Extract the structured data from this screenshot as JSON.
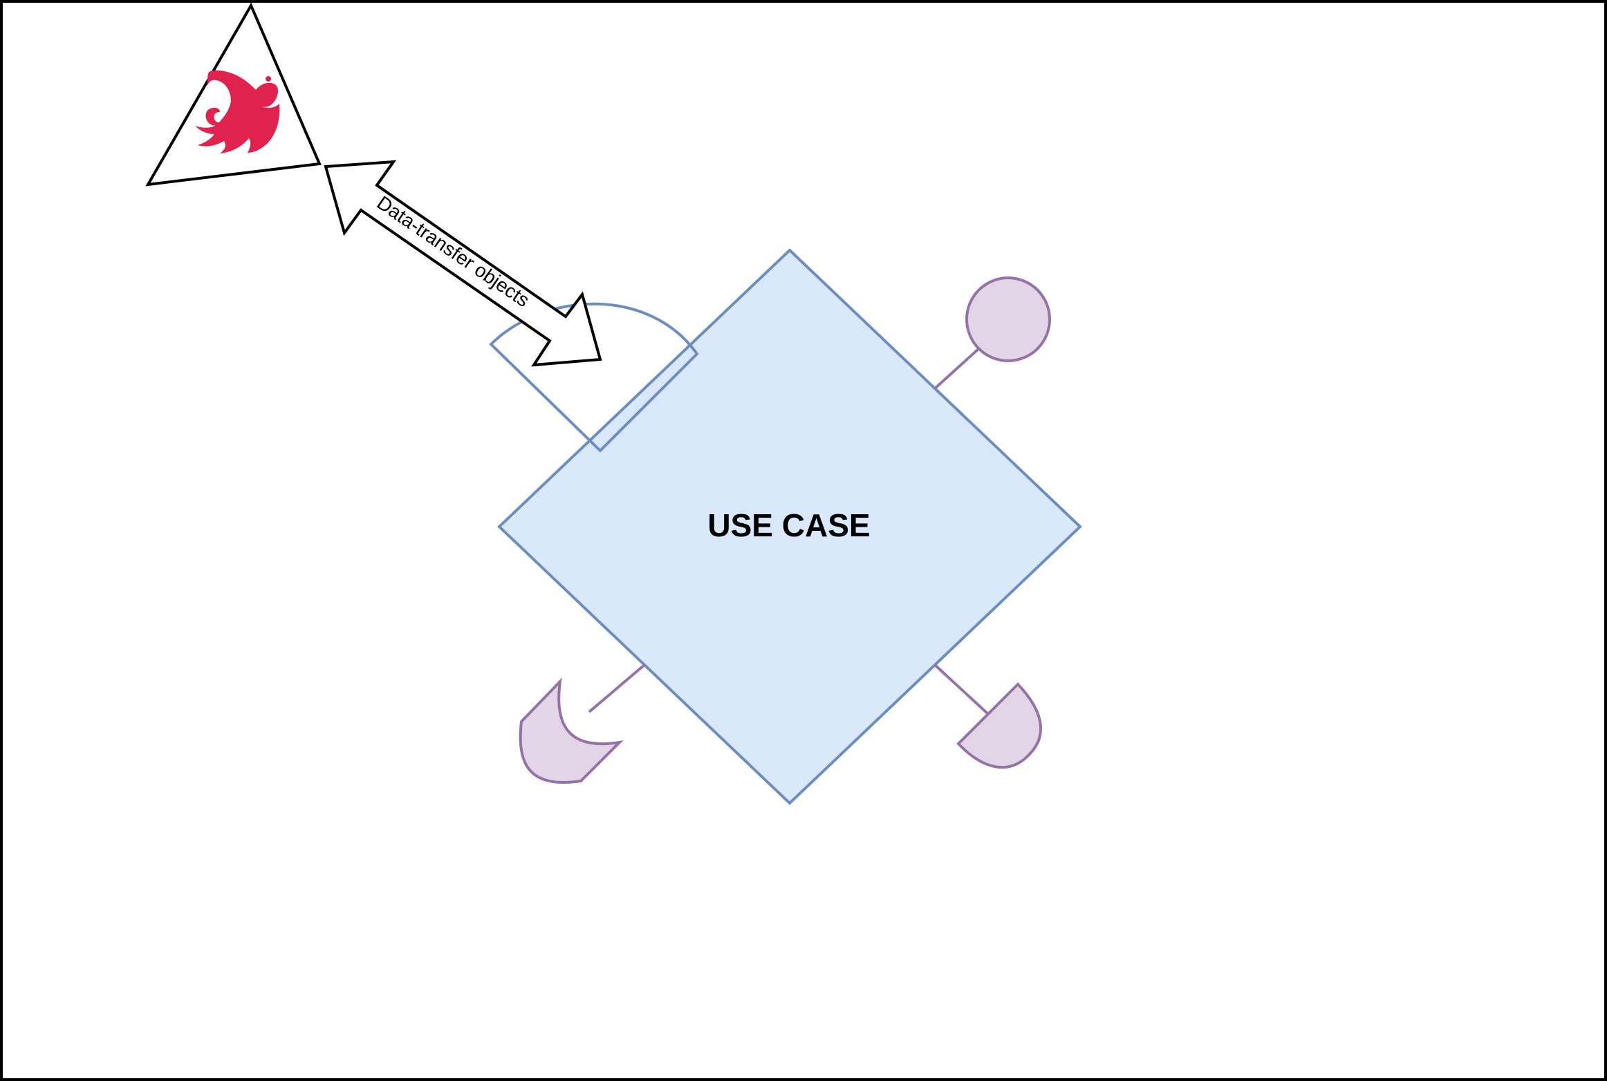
{
  "diagram": {
    "use_case_label": "USE CASE",
    "arrow_label": "Data-transfer objects",
    "colors": {
      "use_case_fill": "#dae8fc",
      "use_case_stroke": "#6c8ebf",
      "port_fill": "#e1d5e7",
      "port_stroke": "#9673a6",
      "framework_logo": "#e0234e",
      "outline": "#000000"
    },
    "icons": {
      "framework_logo": "nestjs-cat-logo"
    }
  }
}
